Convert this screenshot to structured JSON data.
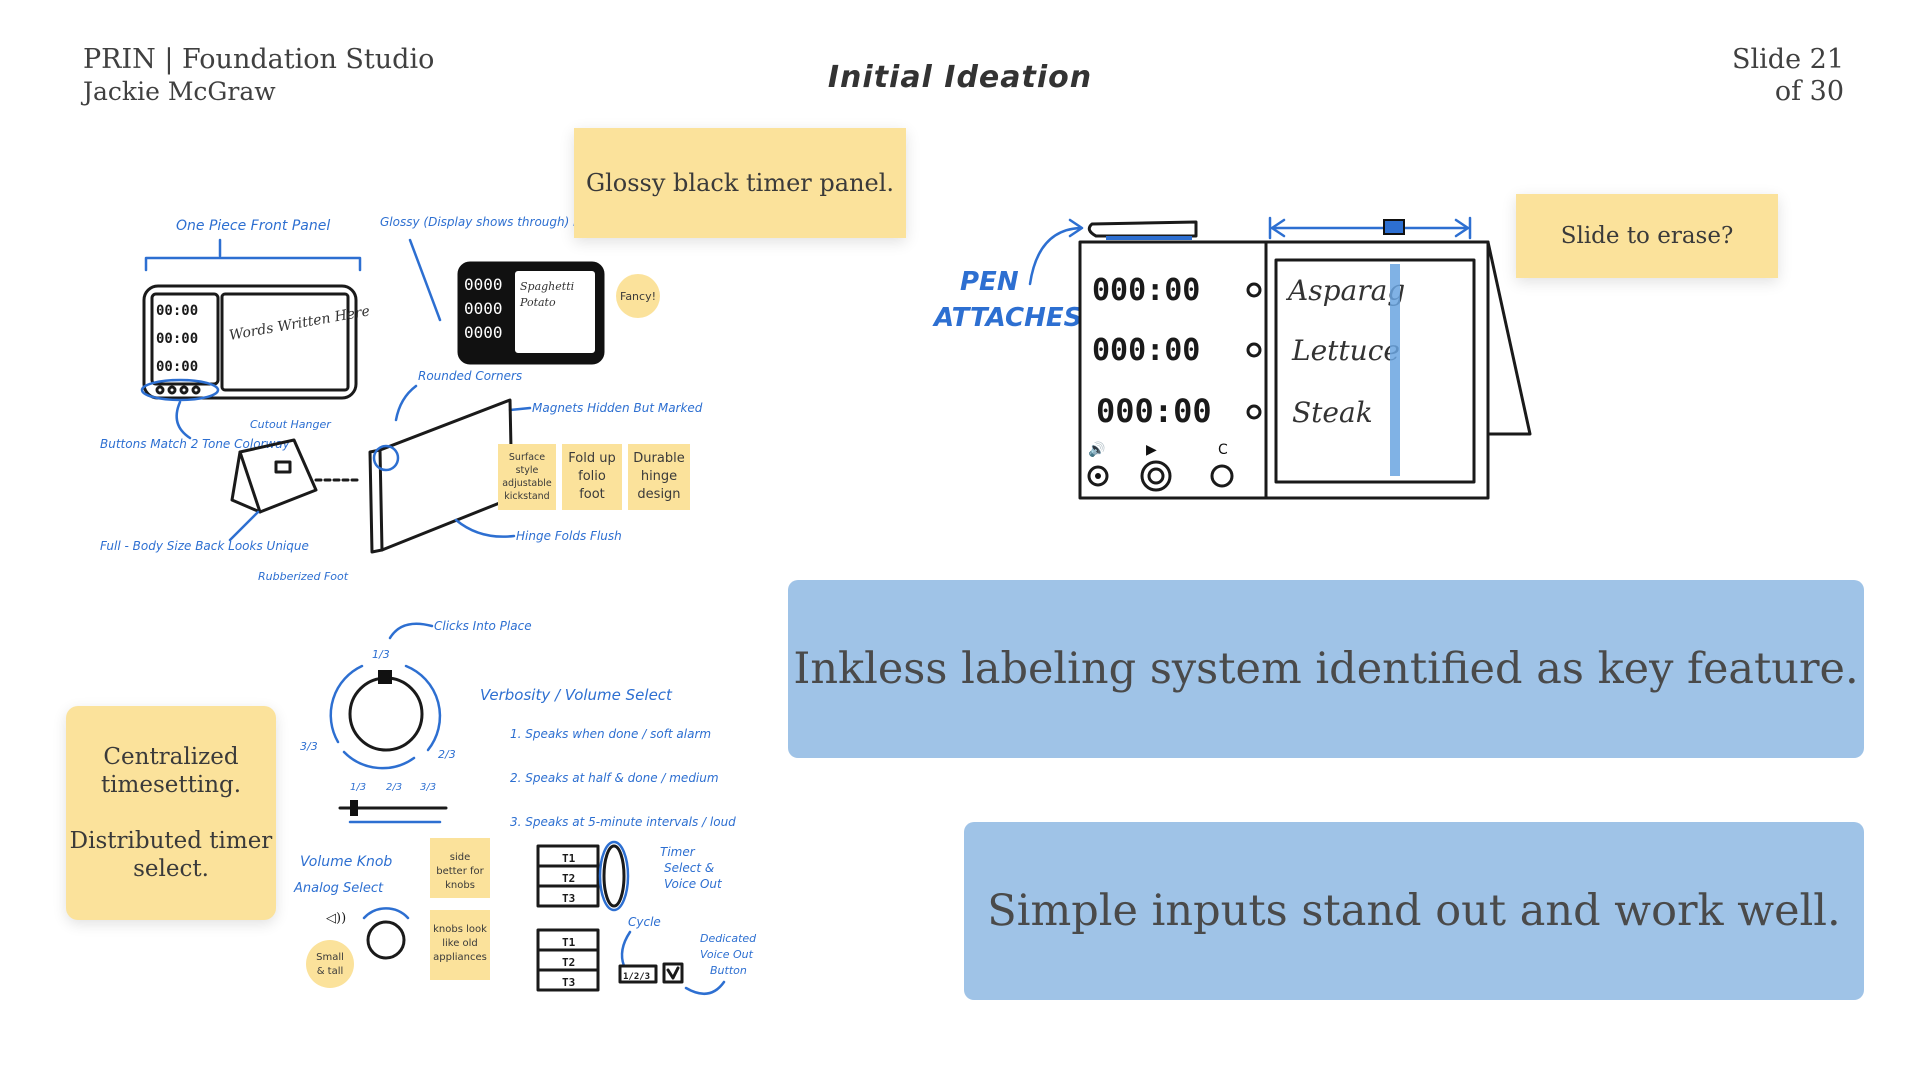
{
  "header": {
    "course": "PRIN | Foundation Studio",
    "author": "Jackie McGraw",
    "title": "Initial Ideation",
    "slide_number": "Slide 21",
    "slide_total": "of 30"
  },
  "notes": {
    "glossy": "Glossy black timer panel.",
    "slide_erase": "Slide to erase?",
    "centralized": "Centralized timesetting.",
    "distributed": "Distributed timer select."
  },
  "callouts": {
    "inkless": "Inkless labeling system identified as key feature.",
    "simple": "Simple inputs stand out and work well."
  },
  "sketch_topleft": {
    "labels": {
      "front_panel": "One Piece Front Panel",
      "glossy_cover": "Glossy (Display shows through) Black Covering",
      "rounded": "Rounded Corners",
      "magnets": "Magnets Hidden But Marked",
      "buttons": "Buttons Match 2 Tone Colorway",
      "hanger": "Cutout Hanger",
      "full_body": "Full - Body Size Back Looks Unique",
      "hinge": "Hinge Folds Flush",
      "foot": "Rubberized Foot",
      "words": "Words Written Here",
      "spaghetti": "Spaghetti",
      "potato": "Potato",
      "digits": "00:00"
    },
    "stickies": {
      "fancy": "Fancy!",
      "surface_1": "Surface",
      "surface_2": "style",
      "surface_3": "adjustable",
      "surface_4": "kickstand",
      "fold_1": "Fold up",
      "fold_2": "folio",
      "fold_3": "foot",
      "durable_1": "Durable",
      "durable_2": "hinge",
      "durable_3": "design"
    }
  },
  "sketch_topright": {
    "pen_1": "PEN",
    "pen_2": "ATTACHES",
    "digits": "000:00",
    "list": [
      "Asparag",
      "Lettuce",
      "Steak"
    ],
    "c_label": "C"
  },
  "sketch_bottom": {
    "clicks": "Clicks Into Place",
    "t13": "1/3",
    "t23": "2/3",
    "t33": "3/3",
    "verbosity": "Verbosity / Volume Select",
    "v1": "1.  Speaks when done / soft alarm",
    "v2": "2.  Speaks at half & done / medium",
    "v3": "3.  Speaks at 5-minute intervals / loud",
    "vol_knob": "Volume Knob",
    "analog": "Analog Select",
    "timer_select_1": "Timer",
    "timer_select_2": "Select &",
    "timer_select_3": "Voice Out",
    "cycle": "Cycle",
    "dedicated_1": "Dedicated",
    "dedicated_2": "Voice Out",
    "dedicated_3": "Button",
    "cycle_box": "1/2/3",
    "t1": "T1",
    "t2": "T2",
    "t3": "T3",
    "stickies": {
      "side_1": "side",
      "side_2": "better for",
      "side_3": "knobs",
      "knobs_1": "knobs look",
      "knobs_2": "like old",
      "knobs_3": "appliances",
      "small_1": "Small",
      "small_2": "& tall"
    }
  },
  "colors": {
    "sticky_yellow": "#fbe29b",
    "callout_blue": "#9fc3e7",
    "sketch_blue": "#2d6fd1",
    "erase_strip": "#6aa4e0"
  }
}
